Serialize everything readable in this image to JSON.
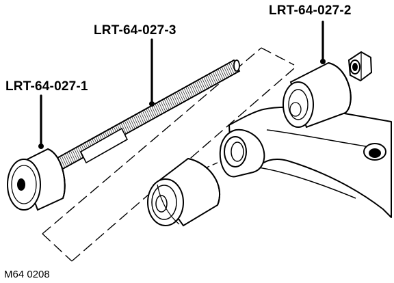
{
  "labels": {
    "tool_1": "LRT-64-027-1",
    "tool_3": "LRT-64-027-3",
    "tool_2": "LRT-64-027-2"
  },
  "figure_id": "M64 0208"
}
